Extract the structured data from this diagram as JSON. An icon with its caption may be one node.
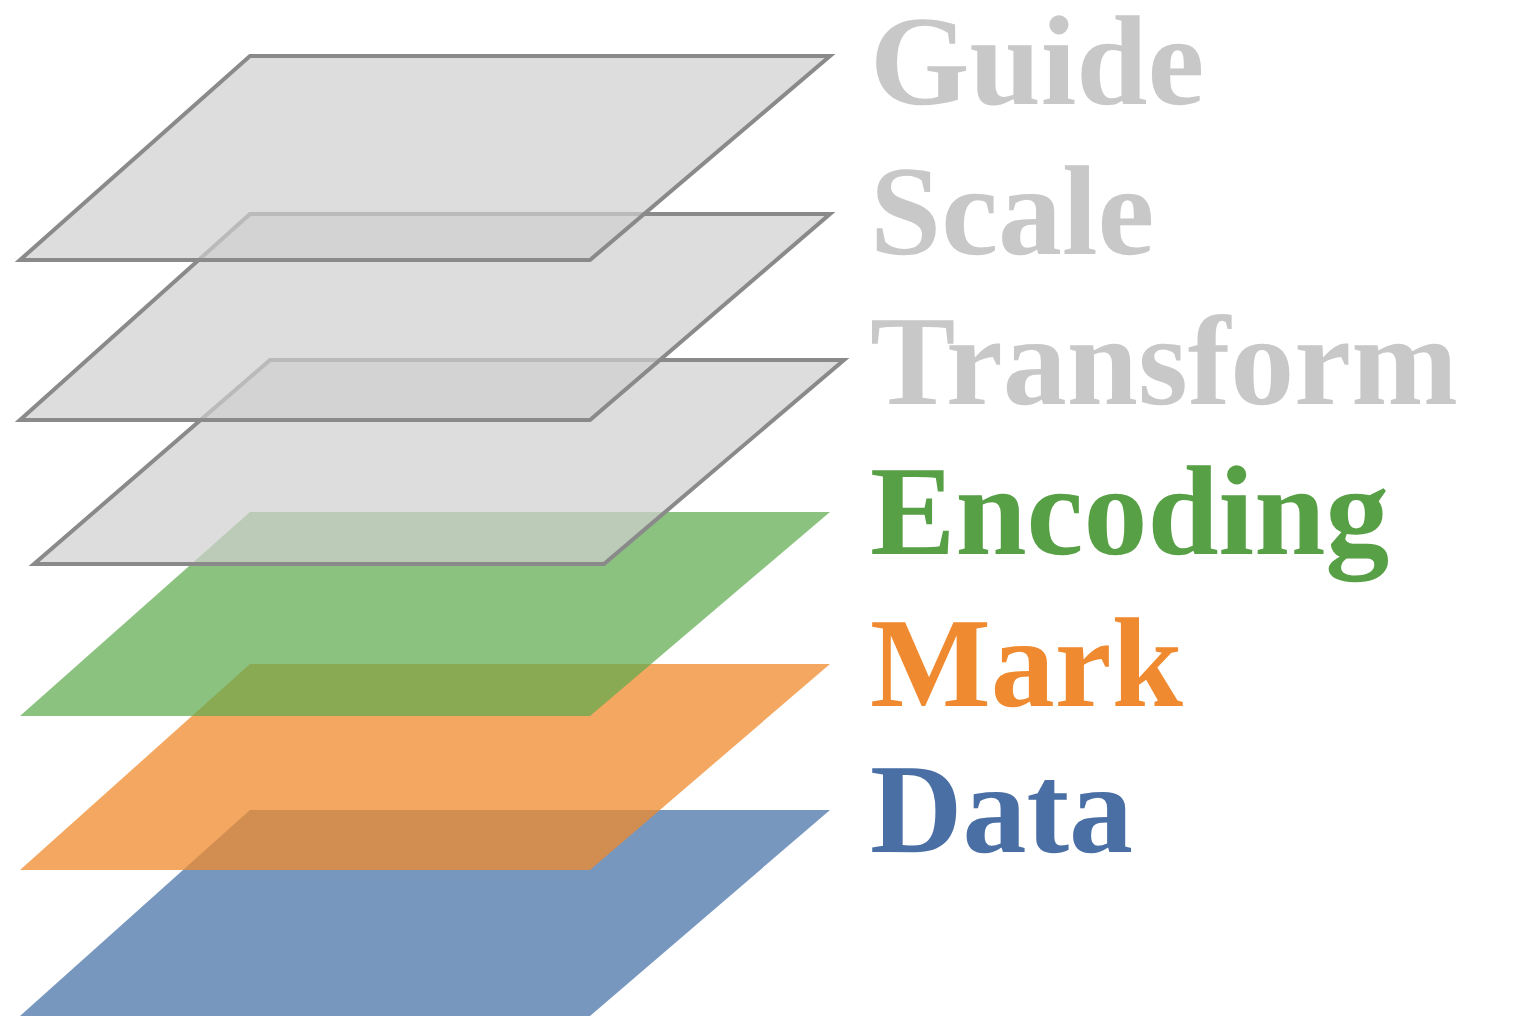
{
  "diagram": {
    "nodes": [
      {
        "text": [
          "Guide"
        ]
      },
      {
        "text": [
          "Scale"
        ]
      },
      {
        "text": [
          "Transform"
        ]
      },
      {
        "text": [
          "Encoding"
        ]
      },
      {
        "text": [
          "Mark"
        ]
      },
      {
        "text": [
          "Data"
        ]
      }
    ]
  }
}
